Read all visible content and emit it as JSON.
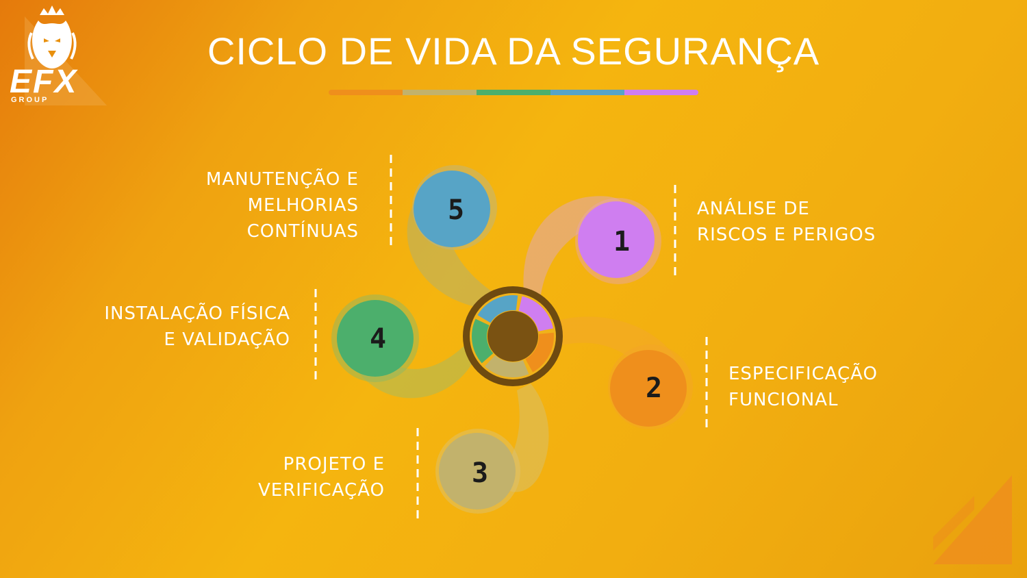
{
  "title": "CICLO DE VIDA DA SEGURANÇA",
  "logo": {
    "text": "EFX",
    "subtext": "GROUP"
  },
  "colors": {
    "background_start": "#e57a0c",
    "background_end": "#f5b50f",
    "stage1": "#cf7ef0",
    "stage2": "#ef8f1c",
    "stage3": "#c2b26c",
    "stage4": "#4caf6c",
    "stage5": "#57a4c6",
    "hub_ring": "#6e4a10",
    "hub_center": "#7a5212"
  },
  "bar_colors": [
    "#ef8f1c",
    "#c2b26c",
    "#4caf6c",
    "#57a4c6",
    "#cf7ef0"
  ],
  "stages": [
    {
      "number": "1",
      "color": "#cf7ef0",
      "label": [
        "ANÁLISE DE",
        "RISCOS E PERIGOS"
      ]
    },
    {
      "number": "2",
      "color": "#ef8f1c",
      "label": [
        "ESPECIFICAÇÃO",
        "FUNCIONAL"
      ]
    },
    {
      "number": "3",
      "color": "#c2b26c",
      "label": [
        "PROJETO E",
        "VERIFICAÇÃO"
      ]
    },
    {
      "number": "4",
      "color": "#4caf6c",
      "label": [
        "INSTALAÇÃO FÍSICA",
        "E VALIDAÇÃO"
      ]
    },
    {
      "number": "5",
      "color": "#57a4c6",
      "label": [
        "MANUTENÇÃO E",
        "MELHORIAS",
        "CONTÍNUAS"
      ]
    }
  ]
}
